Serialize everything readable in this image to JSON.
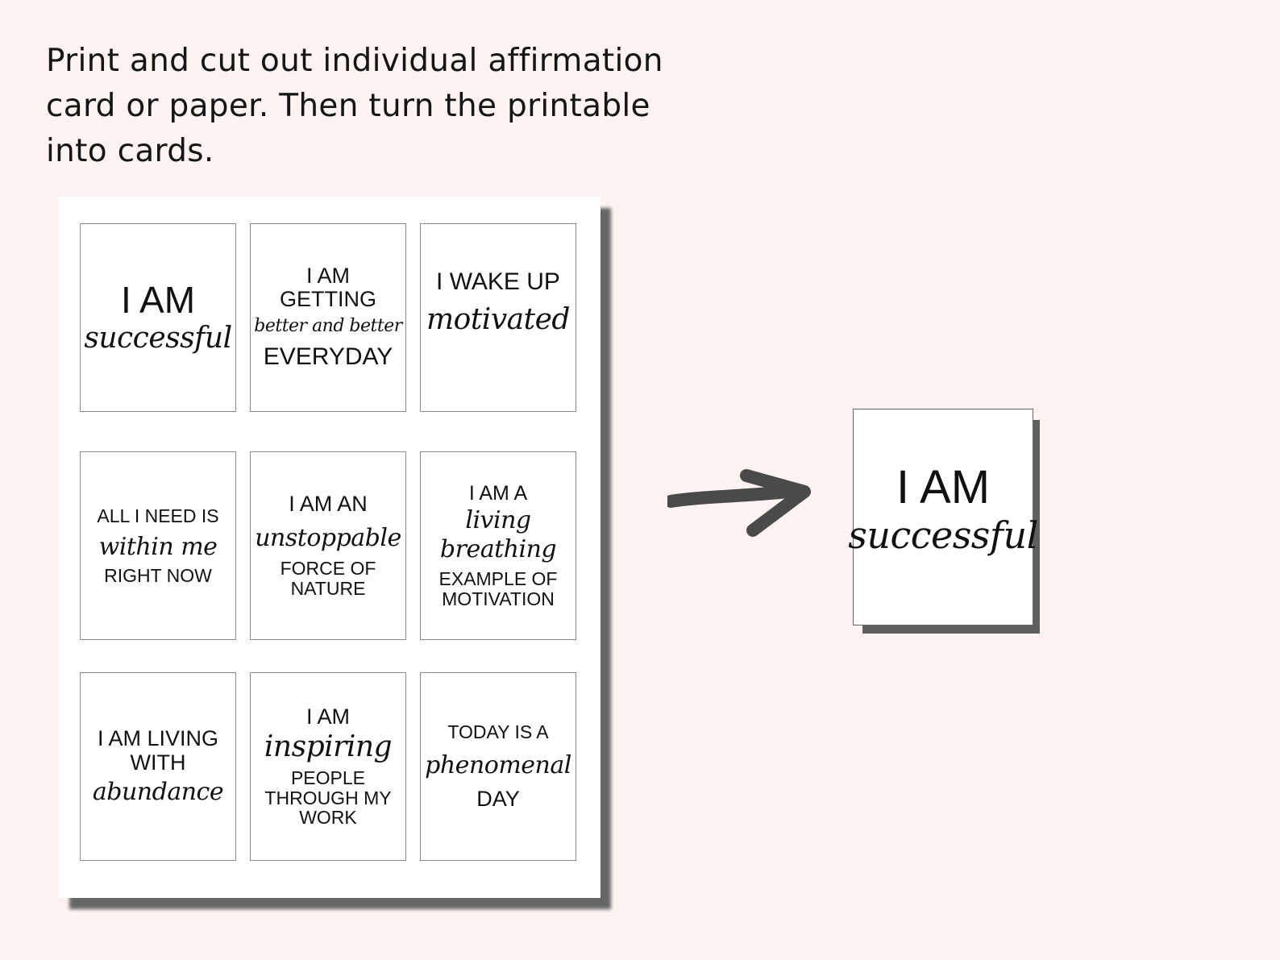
{
  "instructions": "Print and cut out individual affirmation card or paper. Then turn the printable into cards.",
  "cards": [
    {
      "top": "I AM",
      "script": "successful",
      "bottom": ""
    },
    {
      "top": "I AM\nGETTING",
      "script": "better and better",
      "bottom": "EVERYDAY"
    },
    {
      "top": "I WAKE UP",
      "script": "motivated",
      "bottom": ""
    },
    {
      "top": "ALL I NEED IS",
      "script": "within me",
      "bottom": "RIGHT NOW"
    },
    {
      "top": "I AM AN",
      "script": "unstoppable",
      "bottom": "FORCE OF\nNATURE"
    },
    {
      "top": "I AM A",
      "script": "living\nbreathing",
      "bottom": "EXAMPLE OF\nMOTIVATION"
    },
    {
      "top": "I AM LIVING\nWITH",
      "script": "abundance",
      "bottom": ""
    },
    {
      "top": "I AM",
      "script": "inspiring",
      "bottom": "PEOPLE\nTHROUGH MY\nWORK"
    },
    {
      "top": "TODAY IS A",
      "script": "phenomenal",
      "bottom": "DAY"
    }
  ],
  "featured_card": {
    "top": "I AM",
    "script": "successful"
  },
  "colors": {
    "background": "#fdf3f2",
    "arrow": "#4a4a4a",
    "card_border": "#8a8a8a"
  },
  "icons": {
    "arrow": "arrow-right-icon"
  }
}
